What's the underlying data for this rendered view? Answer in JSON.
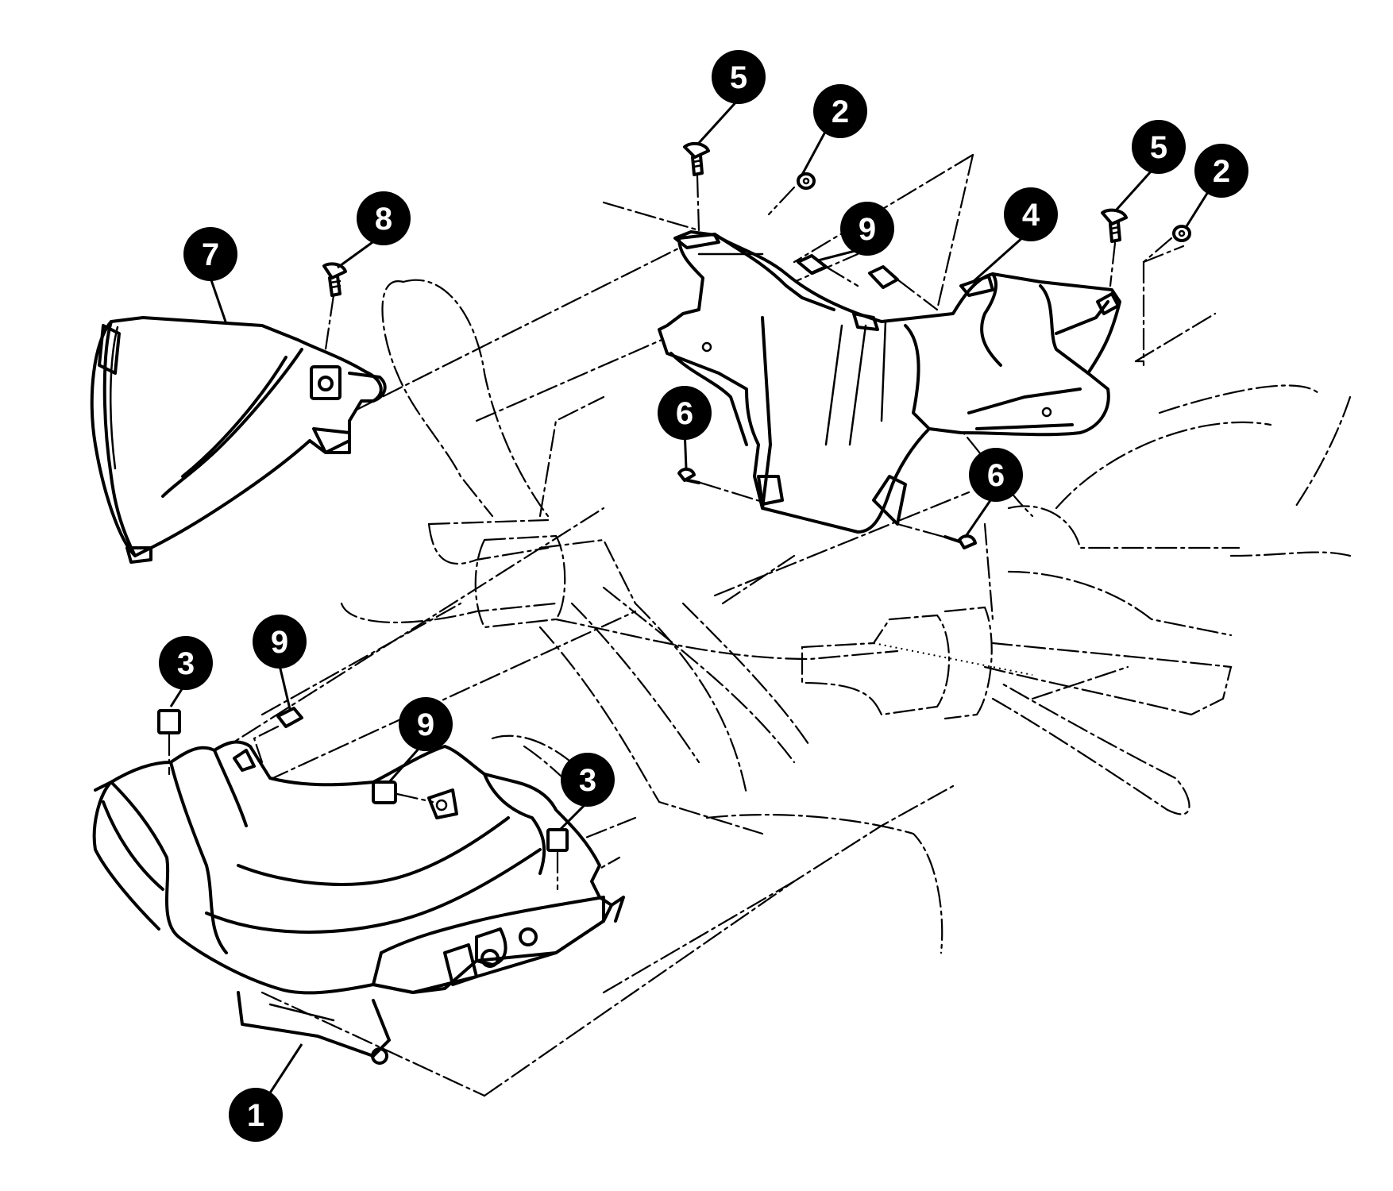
{
  "diagram": {
    "callouts": [
      {
        "id": "c1",
        "label": "1"
      },
      {
        "id": "c2a",
        "label": "2"
      },
      {
        "id": "c2b",
        "label": "2"
      },
      {
        "id": "c3a",
        "label": "3"
      },
      {
        "id": "c3b",
        "label": "3"
      },
      {
        "id": "c4",
        "label": "4"
      },
      {
        "id": "c5a",
        "label": "5"
      },
      {
        "id": "c5b",
        "label": "5"
      },
      {
        "id": "c6a",
        "label": "6"
      },
      {
        "id": "c6b",
        "label": "6"
      },
      {
        "id": "c7",
        "label": "7"
      },
      {
        "id": "c8",
        "label": "8"
      },
      {
        "id": "c9a",
        "label": "9"
      },
      {
        "id": "c9b",
        "label": "9"
      },
      {
        "id": "c9c",
        "label": "9"
      }
    ]
  }
}
